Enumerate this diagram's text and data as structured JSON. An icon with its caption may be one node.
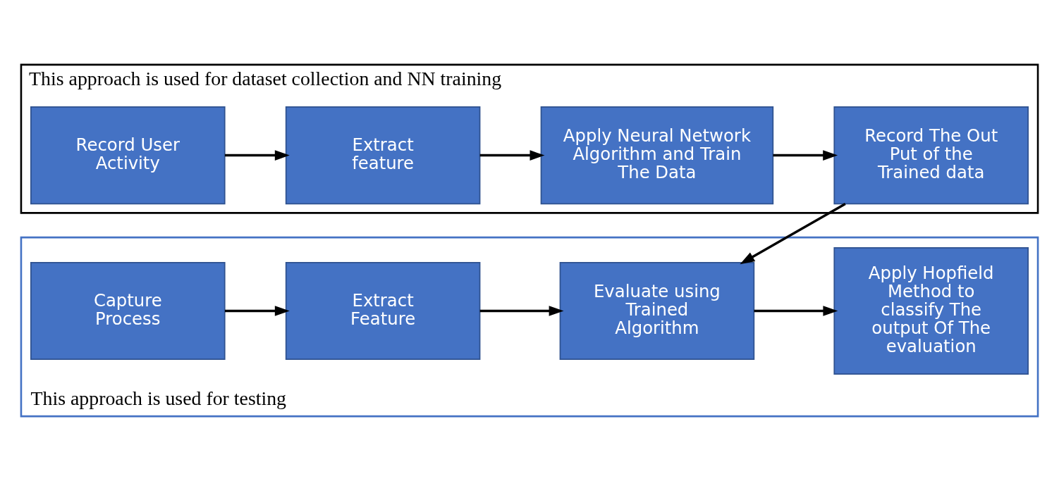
{
  "diagram": {
    "nodes": [
      {
        "text": [
          "This approach is used for dataset collection and NN training"
        ]
      },
      {
        "text": [
          "Record User Activity"
        ],
        "in": 0
      },
      {
        "text": [
          "Extract feature"
        ],
        "in": 0
      },
      {
        "text": [
          "Apply Neural Network Algorithm and Train The Data"
        ],
        "in": 0
      },
      {
        "text": [
          "Record The Out Put of the Trained data"
        ],
        "in": 0
      },
      {
        "text": [
          "This approach is used for testing"
        ]
      },
      {
        "text": [
          "Capture Process"
        ],
        "in": 5
      },
      {
        "text": [
          "Extract Feature"
        ],
        "in": 5
      },
      {
        "text": [
          "Evaluate using Trained Algorithm"
        ],
        "in": 5
      },
      {
        "text": [
          "Apply Hopfield Method to classify The output Of The evaluation"
        ],
        "in": 5
      }
    ],
    "edges": [
      {
        "from": 1,
        "to": 2,
        "arrow": "to"
      },
      {
        "from": 2,
        "to": 3,
        "arrow": "to"
      },
      {
        "from": 3,
        "to": 4,
        "arrow": "to"
      },
      {
        "from": 4,
        "to": 8,
        "arrow": "to"
      },
      {
        "from": 6,
        "to": 7,
        "arrow": "to"
      },
      {
        "from": 7,
        "to": 8,
        "arrow": "to"
      },
      {
        "from": 8,
        "to": 9,
        "arrow": "to"
      }
    ]
  }
}
